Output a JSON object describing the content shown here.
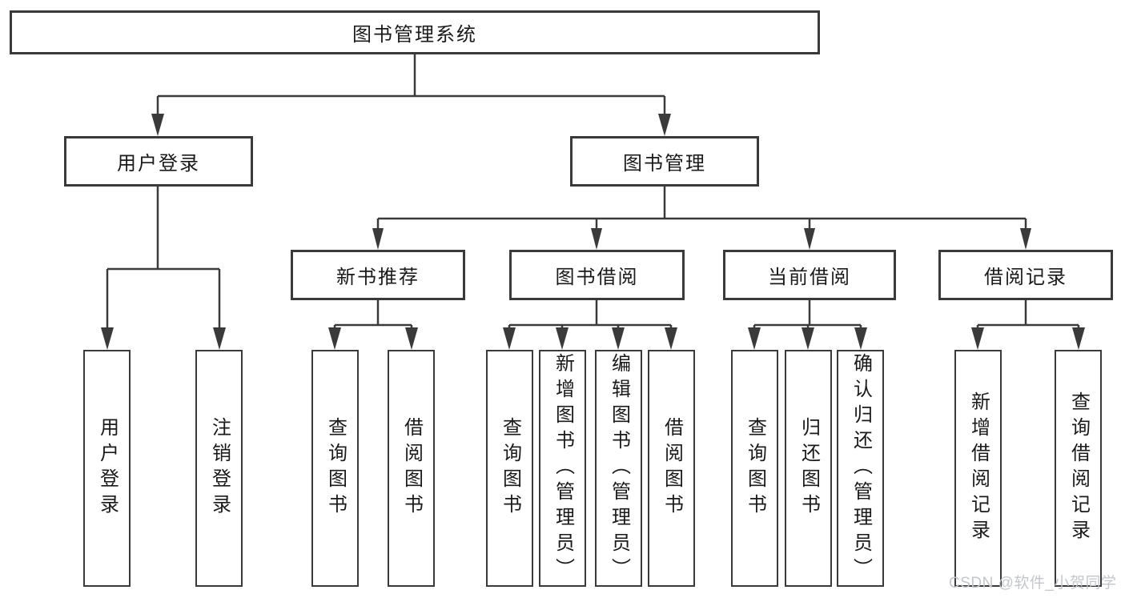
{
  "tree": {
    "root": {
      "label": "图书管理系统"
    },
    "user_login": {
      "label": "用户登录",
      "children": [
        {
          "label": "用户登录"
        },
        {
          "label": "注销登录"
        }
      ]
    },
    "book_mgmt": {
      "label": "图书管理"
    },
    "new_book": {
      "label": "新书推荐",
      "children": [
        {
          "label": "查询图书"
        },
        {
          "label": "借阅图书"
        }
      ]
    },
    "book_borrow": {
      "label": "图书借阅",
      "children": [
        {
          "label": "查询图书"
        },
        {
          "label": "新增图书（管理员）"
        },
        {
          "label": "编辑图书（管理员）"
        },
        {
          "label": "借阅图书"
        }
      ]
    },
    "current_borrow": {
      "label": "当前借阅",
      "children": [
        {
          "label": "查询图书"
        },
        {
          "label": "归还图书"
        },
        {
          "label": "确认归还（管理员）"
        }
      ]
    },
    "borrow_record": {
      "label": "借阅记录",
      "children": [
        {
          "label": "新增借阅记录"
        },
        {
          "label": "查询借阅记录"
        }
      ]
    }
  },
  "watermark": "CSDN @软件_小贺同学",
  "colors": {
    "line": "#3a3a3a",
    "text": "#1a1a1a",
    "watermark": "#c3c7cc",
    "background": "#ffffff"
  }
}
